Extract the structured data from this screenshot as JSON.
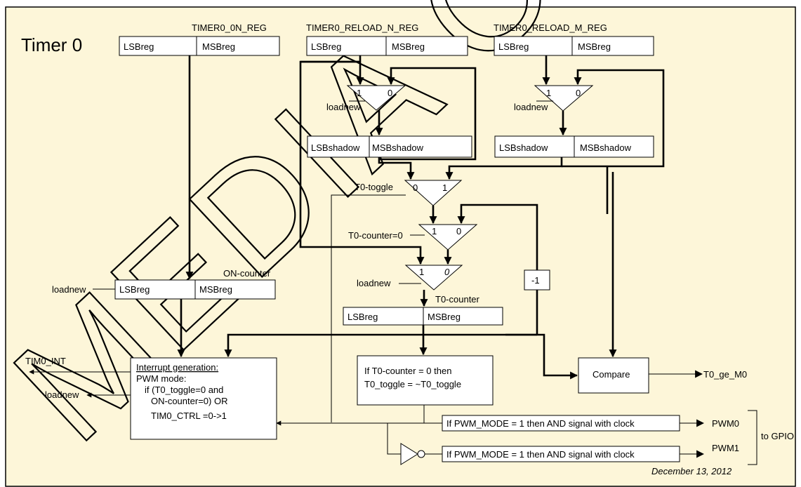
{
  "title": "Timer 0",
  "watermark": "MEDIA CONFIDENTIAL",
  "registers": {
    "on_reg": {
      "name": "TIMER0_0N_REG",
      "lsb": "LSBreg",
      "msb": "MSBreg"
    },
    "reload_n": {
      "name": "TIMER0_RELOAD_N_REG",
      "lsb": "LSBreg",
      "msb": "MSBreg"
    },
    "reload_m": {
      "name": "TIMER0_RELOAD_M_REG",
      "lsb": "LSBreg",
      "msb": "MSBreg"
    },
    "shadow_n": {
      "lsb": "LSBshadow",
      "msb": "MSBshadow"
    },
    "shadow_m": {
      "lsb": "LSBshadow",
      "msb": "MSBshadow"
    },
    "on_counter": {
      "name": "ON-counter",
      "lsb": "LSBreg",
      "msb": "MSBreg"
    },
    "t0_counter": {
      "name": "T0-counter",
      "lsb": "LSBreg",
      "msb": "MSBreg"
    }
  },
  "mux": {
    "one": "1",
    "zero": "0",
    "zero_italic": "0",
    "loadnew": "loadnew",
    "t0_toggle": "T0-toggle",
    "t0_counter_eq0": "T0-counter=0"
  },
  "signals": {
    "loadnew": "loadnew",
    "tim0_int": "TIM0_INT",
    "minus_one": "-1",
    "t0_ge_m0": "T0_ge_M0",
    "pwm0": "PWM0",
    "pwm1": "PWM1",
    "to_gpio": "to GPIO"
  },
  "blocks": {
    "interrupt": [
      "Interrupt generation:",
      "PWM mode:",
      "if (T0_toggle=0 and",
      "ON-counter=0) OR",
      "TIM0_CTRL =0->1"
    ],
    "toggle": [
      "If T0-counter = 0 then",
      "T0_toggle = ~T0_toggle"
    ],
    "compare": "Compare",
    "pwm0_gate": "If PWM_MODE = 1 then AND signal with clock",
    "pwm1_gate": "If PWM_MODE = 1 then AND signal with clock"
  },
  "date": "December 13, 2012"
}
